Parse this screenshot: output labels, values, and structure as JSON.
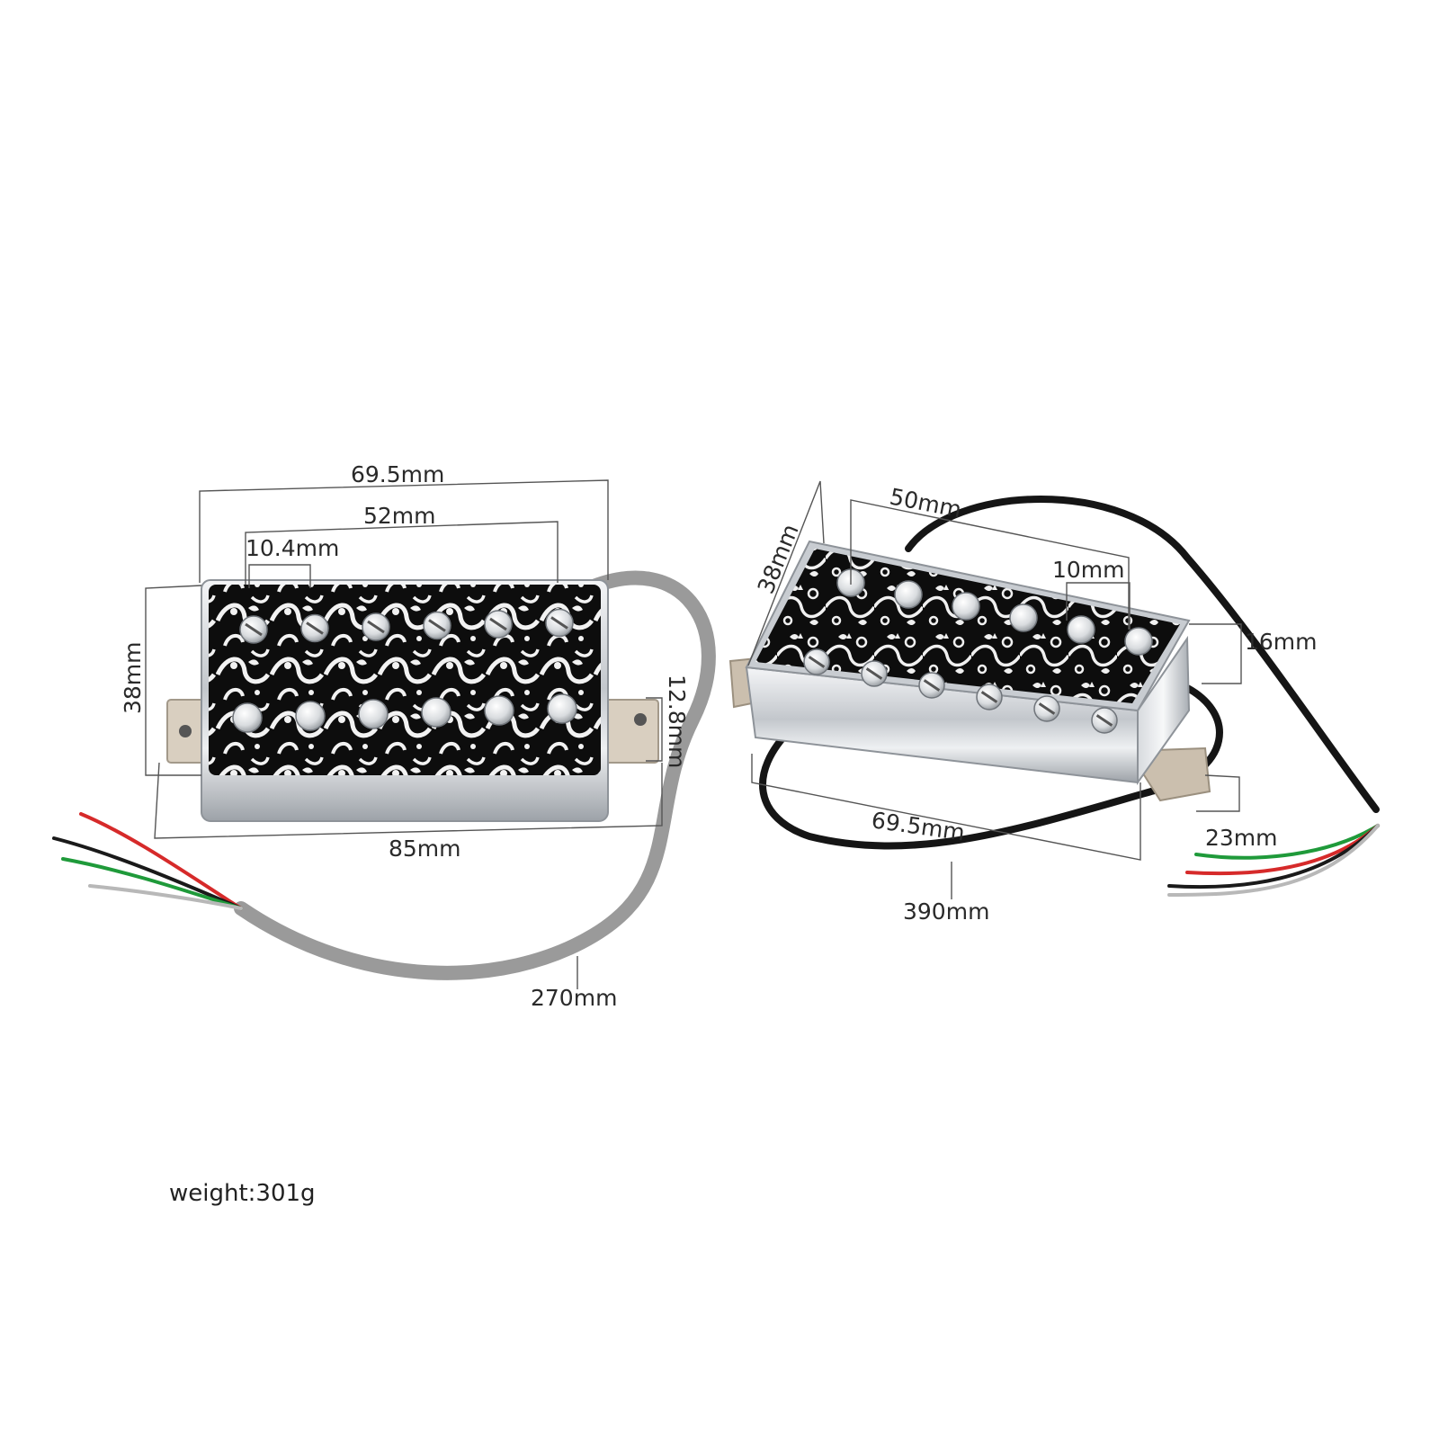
{
  "left_pickup": {
    "dimensions": {
      "cover_width": "69.5mm",
      "pole_span": "52mm",
      "pole_spacing": "10.4mm",
      "height": "38mm",
      "depth": "12.8mm",
      "total_width": "85mm",
      "cable_length": "270mm"
    }
  },
  "right_pickup": {
    "dimensions": {
      "height": "38mm",
      "pole_span": "50mm",
      "pole_spacing": "10mm",
      "side_height": "16mm",
      "width": "69.5mm",
      "base_depth": "23mm",
      "cable_length": "390mm"
    }
  },
  "weight": "weight:301g",
  "colors": {
    "chrome": "#cfd2d6",
    "engraving_bg": "#0d0d0d",
    "engraving_fg": "#f2f2f2",
    "cable_grey": "#9a9a9a",
    "cable_black": "#151515",
    "wire_red": "#d62a2a",
    "wire_green": "#1f9a3a"
  }
}
